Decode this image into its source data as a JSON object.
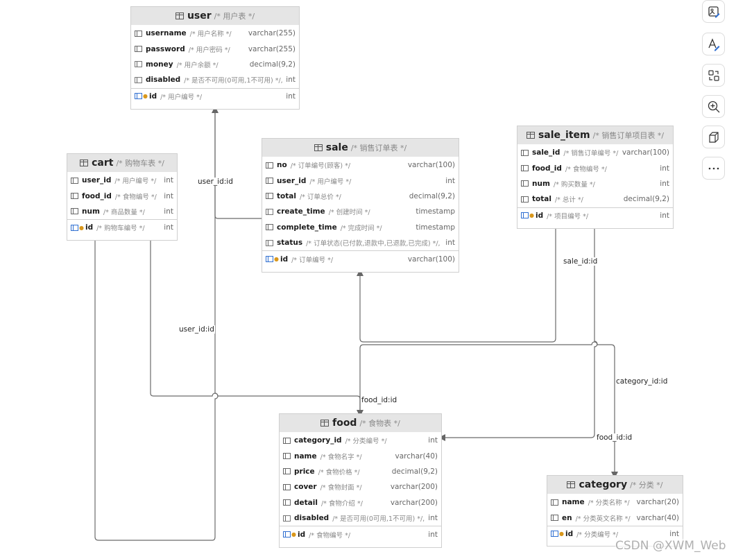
{
  "tables": {
    "user": {
      "name": "user",
      "comment": "/* 用户表 */",
      "fields": [
        {
          "name": "username",
          "comment": "/* 用户名称 */",
          "type": "varchar(255)"
        },
        {
          "name": "password",
          "comment": "/* 用户密码 */",
          "type": "varchar(255)"
        },
        {
          "name": "money",
          "comment": "/* 用户余额 */",
          "type": "decimal(9,2)"
        },
        {
          "name": "disabled",
          "comment": "/* 是否不可用(0可用,1不可用) */,",
          "type": "int"
        }
      ],
      "pk": {
        "name": "id",
        "comment": "/* 用户编号 */",
        "type": "int"
      }
    },
    "cart": {
      "name": "cart",
      "comment": "/* 购物车表 */",
      "fields": [
        {
          "name": "user_id",
          "comment": "/* 用户编号 */",
          "type": "int"
        },
        {
          "name": "food_id",
          "comment": "/* 食物编号 */",
          "type": "int"
        },
        {
          "name": "num",
          "comment": "/* 商品数量 */",
          "type": "int"
        }
      ],
      "pk": {
        "name": "id",
        "comment": "/* 购物车编号 */",
        "type": "int"
      }
    },
    "sale": {
      "name": "sale",
      "comment": "/* 销售订单表 */",
      "fields": [
        {
          "name": "no",
          "comment": "/* 订单编号(顾客) */",
          "type": "varchar(100)"
        },
        {
          "name": "user_id",
          "comment": "/* 用户编号 */",
          "type": "int"
        },
        {
          "name": "total",
          "comment": "/* 订单总价 */",
          "type": "decimal(9,2)"
        },
        {
          "name": "create_time",
          "comment": "/* 创建时间 */",
          "type": "timestamp"
        },
        {
          "name": "complete_time",
          "comment": "/* 完成时间 */",
          "type": "timestamp"
        },
        {
          "name": "status",
          "comment": "/* 订单状态(已付款,退款中,已退款,已完成) */,",
          "type": "int"
        }
      ],
      "pk": {
        "name": "id",
        "comment": "/* 订单编号 */",
        "type": "varchar(100)"
      }
    },
    "sale_item": {
      "name": "sale_item",
      "comment": "/* 销售订单项目表 */",
      "fields": [
        {
          "name": "sale_id",
          "comment": "/* 销售订单编号 */",
          "type": "varchar(100)"
        },
        {
          "name": "food_id",
          "comment": "/* 食物编号 */",
          "type": "int"
        },
        {
          "name": "num",
          "comment": "/* 购买数量 */",
          "type": "int"
        },
        {
          "name": "total",
          "comment": "/* 总计 */",
          "type": "decimal(9,2)"
        }
      ],
      "pk": {
        "name": "id",
        "comment": "/* 项目编号 */",
        "type": "int"
      }
    },
    "food": {
      "name": "food",
      "comment": "/* 食物表 */",
      "fields": [
        {
          "name": "category_id",
          "comment": "/* 分类编号 */",
          "type": "int"
        },
        {
          "name": "name",
          "comment": "/* 食物名字 */",
          "type": "varchar(40)"
        },
        {
          "name": "price",
          "comment": "/* 食物价格 */",
          "type": "decimal(9,2)"
        },
        {
          "name": "cover",
          "comment": "/* 食物封面 */",
          "type": "varchar(200)"
        },
        {
          "name": "detail",
          "comment": "/* 食物介绍 */",
          "type": "varchar(200)"
        },
        {
          "name": "disabled",
          "comment": "/* 是否可用(0可用,1不可用) */,",
          "type": "int"
        }
      ],
      "pk": {
        "name": "id",
        "comment": "/* 食物编号 */",
        "type": "int"
      }
    },
    "category": {
      "name": "category",
      "comment": "/* 分类 */",
      "fields": [
        {
          "name": "name",
          "comment": "/* 分类名称 */",
          "type": "varchar(20)"
        },
        {
          "name": "en",
          "comment": "/* 分类英文名称 */",
          "type": "varchar(40)"
        }
      ],
      "pk": {
        "name": "id",
        "comment": "/* 分类编号 */",
        "type": "int"
      }
    }
  },
  "relations": [
    {
      "key": "sale_user",
      "label": "user_id:id"
    },
    {
      "key": "cart_user",
      "label": "user_id:id"
    },
    {
      "key": "cart_food",
      "label": "food_id:id"
    },
    {
      "key": "item_sale",
      "label": "sale_id:id"
    },
    {
      "key": "item_food",
      "label": "food_id:id"
    },
    {
      "key": "food_category",
      "label": "category_id:id"
    }
  ],
  "toolbar": [
    "image-edit-icon",
    "text-edit-icon",
    "swap-icon",
    "zoom-in-icon",
    "cube-icon",
    "more-icon"
  ],
  "watermark": "CSDN @XWM_Web",
  "colors": {
    "header": "#e5e5e5",
    "border": "#cfcfcf",
    "pk": "#2f6fd1",
    "key": "#d9971b",
    "edge": "#666666"
  }
}
